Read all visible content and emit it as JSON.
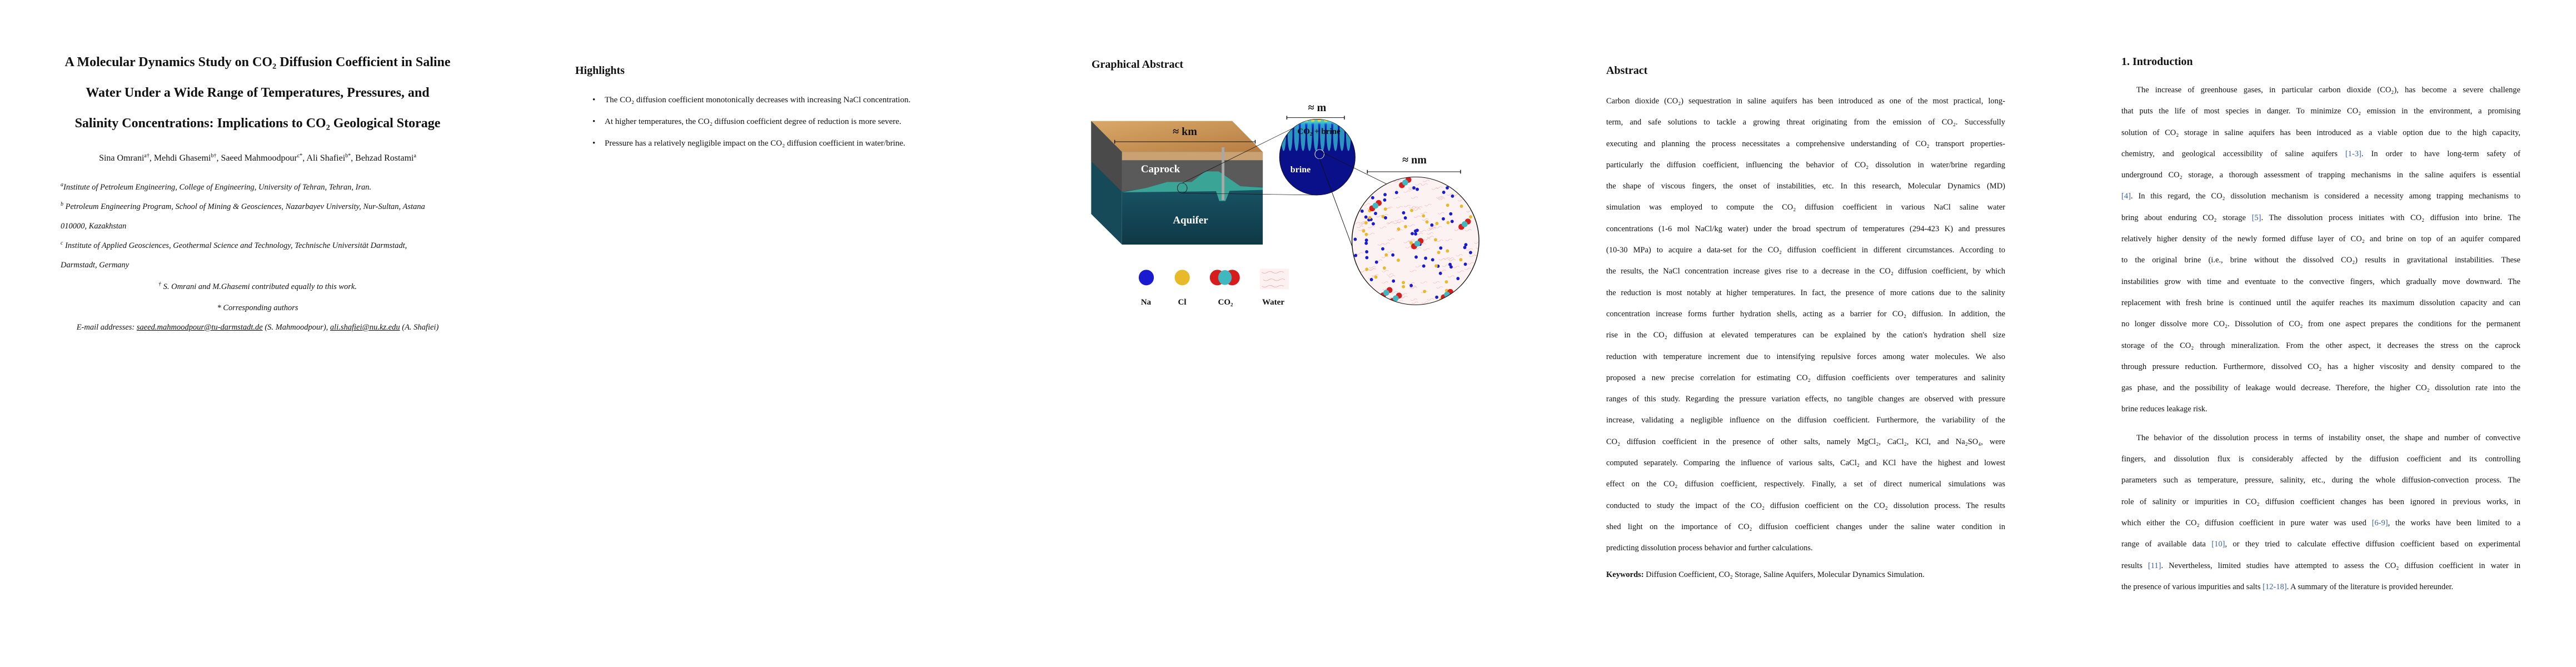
{
  "title_page": {
    "title_lines": [
      "A Molecular Dynamics Study on CO₂ Diffusion Coefficient in Saline",
      "Water Under a Wide Range of Temperatures, Pressures, and",
      "Salinity Concentrations: Implications to CO₂ Geological Storage"
    ],
    "authors": [
      {
        "name": "Sina Omrani",
        "sup": "a†",
        "sep": ", "
      },
      {
        "name": "Mehdi Ghasemi",
        "sup": "b†",
        "sep": ", "
      },
      {
        "name": "Saeed Mahmoodpour",
        "sup": "c*",
        "sep": ", "
      },
      {
        "name": "Ali Shafiei",
        "sup": "b*",
        "sep": ", "
      },
      {
        "name": "Behzad Rostami",
        "sup": "a",
        "sep": ""
      }
    ],
    "affiliations": [
      {
        "sup": "a",
        "lines": [
          "Institute of Petroleum Engineering, College of Engineering, University of Tehran, Tehran, Iran."
        ]
      },
      {
        "sup": "b",
        "lines": [
          "Petroleum Engineering Program, School of Mining & Geosciences, Nazarbayev University, Nur-Sultan, Astana",
          "010000, Kazakhstan"
        ]
      },
      {
        "sup": "c",
        "lines": [
          "Institute of Applied Geosciences, Geothermal Science and Technology, Technische Universität Darmstadt,",
          "Darmstadt, Germany"
        ]
      }
    ],
    "equal_contribution": {
      "sup": "†",
      "text": "S. Omrani and M.Ghasemi contributed equally to this work."
    },
    "corresponding": "* Corresponding authors",
    "emails": {
      "label": "E-mail addresses: ",
      "items": [
        {
          "email": "saeed.mahmoodpour@tu-darmstadt.de",
          "name": " (S. Mahmoodpour), "
        },
        {
          "email": "ali.shafiei@nu.kz.edu",
          "name": " (A. Shafiei)"
        }
      ]
    }
  },
  "highlights": {
    "heading": "Highlights",
    "bullet": "•",
    "items": [
      "The CO₂ diffusion coefficient monotonically decreases with increasing NaCl concentration.",
      "At higher temperatures, the CO₂ diffusion coefficient degree of reduction is more severe.",
      "Pressure has a relatively negligible impact on the CO₂ diffusion coefficient in water/brine."
    ]
  },
  "graphical_abstract": {
    "heading": "Graphical Abstract",
    "scale_km": "≈ km",
    "scale_m": "≈ m",
    "scale_nm": "≈ nm",
    "caprock": "Caprock",
    "aquifer": "Aquifer",
    "co2_brine": "CO₂ + brine",
    "brine": "brine",
    "legend": [
      {
        "label": "Na",
        "color": "#1a1ad0"
      },
      {
        "label": "Cl",
        "color": "#e8b928"
      },
      {
        "label": "CO₂",
        "color": "#d61c1c"
      },
      {
        "label": "Water",
        "color": "#f2b5b5"
      }
    ]
  },
  "abstract": {
    "heading": "Abstract",
    "lines": [
      "Carbon dioxide (CO₂) sequestration in saline aquifers has been introduced as one of the most practical, long-",
      "term, and safe solutions to tackle a growing threat originating from the emission of CO₂. Successfully",
      "executing and planning the process necessitates a comprehensive understanding of CO₂ transport properties-",
      "particularly the diffusion coefficient, influencing the behavior of CO₂ dissolution in water/brine regarding",
      "the shape of viscous fingers, the onset of instabilities, etc. In this research, Molecular Dynamics (MD)",
      "simulation was employed to compute the CO₂ diffusion coefficient in various NaCl saline water",
      "concentrations (1-6 mol NaCl/kg water) under the broad spectrum of temperatures (294-423 K) and pressures",
      "(10-30 MPa) to acquire a data-set for the CO₂ diffusion coefficient in different circumstances. According to",
      "the results, the NaCl concentration increase gives rise to a decrease in the CO₂ diffusion coefficient, by which",
      "the reduction is most notably at higher temperatures. In fact, the presence of more cations due to the salinity",
      "concentration increase forms further hydration shells, acting as a barrier for CO₂ diffusion. In addition, the",
      "rise in the CO₂ diffusion at elevated temperatures can be explained by the cation's hydration shell size",
      "reduction with temperature increment due to intensifying repulsive forces among water molecules. We also",
      "proposed a new precise correlation for estimating CO₂ diffusion coefficients over temperatures and salinity",
      "ranges of this study. Regarding the pressure variation effects, no tangible changes are observed with pressure",
      "increase, validating a negligible influence on the diffusion coefficient. Furthermore, the variability of the",
      "CO₂ diffusion coefficient in the presence of other salts, namely MgCl₂, CaCl₂, KCl, and Na₂SO₄, were",
      "computed separately. Comparing the influence of various salts, CaCl₂ and KCl have the highest and lowest",
      "effect on the CO₂ diffusion coefficient, respectively. Finally, a set of direct numerical simulations was",
      "conducted to study the impact of the CO₂ diffusion coefficient on the CO₂ dissolution process. The results",
      "shed light on the importance of CO₂ diffusion coefficient changes under the saline water condition in",
      "predicting dissolution process behavior and further calculations."
    ],
    "keywords_label": "Keywords:",
    "keywords": " Diffusion Coefficient, CO₂ Storage, Saline Aquifers, Molecular Dynamics Simulation."
  },
  "introduction": {
    "heading": "1. Introduction",
    "paragraphs": [
      [
        "The increase of greenhouse gases, in particular carbon dioxide (CO₂), has become a severe challenge",
        "that puts the life of most species in danger. To minimize CO₂ emission in the environment, a promising",
        "solution of CO₂ storage in saline aquifers has been introduced as a viable option due to the high capacity,",
        [
          "chemistry, and geological accessibility of saline aquifers ",
          {
            "ref": "[1-3]"
          },
          ". In order to have long-term safety of"
        ],
        "underground CO₂ storage, a thorough assessment of trapping mechanisms in the saline aquifers is essential",
        [
          {
            "ref": "[4]"
          },
          ". In this regard, the CO₂ dissolution mechanism is considered a necessity among trapping mechanisms to"
        ],
        [
          "bring about enduring CO₂ storage ",
          {
            "ref": "[5]"
          },
          ". The dissolution process initiates with CO₂ diffusion into brine. The"
        ],
        "relatively higher density of the newly formed diffuse layer of CO₂ and brine on top of an aquifer compared",
        "to the original brine (i.e., brine without the dissolved CO₂) results in gravitational instabilities. These",
        "instabilities grow with time and eventuate to the convective fingers, which gradually move downward. The",
        "replacement with fresh brine is continued until the aquifer reaches its maximum dissolution capacity and can",
        "no longer dissolve more CO₂. Dissolution of CO₂ from one aspect prepares the conditions for the permanent",
        "storage of the CO₂ through mineralization. From the other aspect, it decreases the stress on the caprock",
        "through pressure reduction. Furthermore, dissolved CO₂ has a higher viscosity and density compared to the",
        "gas phase, and the possibility of leakage would decrease. Therefore, the higher CO₂ dissolution rate into the",
        "brine reduces leakage risk."
      ],
      [
        "The behavior of the dissolution process in terms of instability onset, the shape and number of convective",
        "fingers, and dissolution flux is considerably affected by the diffusion coefficient and its controlling",
        "parameters such as temperature, pressure, salinity, etc., during the whole diffusion-convection process. The",
        "role of salinity or impurities in CO₂ diffusion coefficient changes has been ignored in previous works, in",
        [
          "which either the CO₂ diffusion coefficient in pure water was used ",
          {
            "ref": "[6-9]"
          },
          ", the works have been limited to a"
        ],
        [
          "range of available data ",
          {
            "ref": "[10]"
          },
          ", or they tried to calculate effective diffusion coefficient based on experimental"
        ],
        [
          "results ",
          {
            "ref": "[11]"
          },
          ". Nevertheless, limited studies have attempted to assess the CO₂ diffusion coefficient in water in"
        ],
        [
          "the presence of various impurities and salts ",
          {
            "ref": "[12-18]"
          },
          ". A summary of the literature is provided hereunder."
        ]
      ]
    ]
  }
}
